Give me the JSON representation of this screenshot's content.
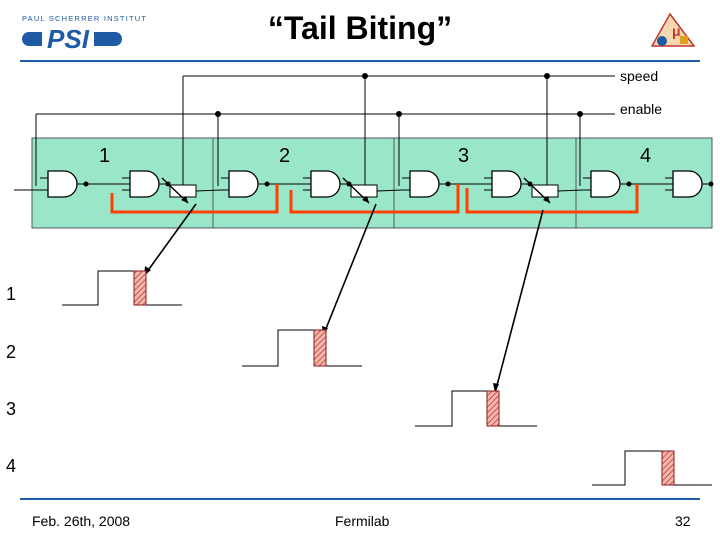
{
  "header": {
    "title": "“Tail Biting”",
    "logo_left": {
      "caption": "PAUL SCHERRER INSTITUT",
      "mark": "PSI",
      "color": "#1f5aa6"
    },
    "logo_right": {
      "icon": "lab-crest-icon"
    }
  },
  "diagram": {
    "signals": [
      {
        "label": "speed"
      },
      {
        "label": "enable"
      }
    ],
    "stages": [
      {
        "label": "1"
      },
      {
        "label": "2"
      },
      {
        "label": "3"
      },
      {
        "label": "4"
      }
    ],
    "waveform_rows": [
      {
        "label": "1"
      },
      {
        "label": "2"
      },
      {
        "label": "3"
      },
      {
        "label": "4"
      }
    ],
    "colors": {
      "board_fill": "#99e6c8",
      "loop_wire": "#ff4000",
      "pulse_hatch": "#c0392b",
      "rule": "#1f5aa6"
    }
  },
  "footer": {
    "date": "Feb. 26th, 2008",
    "venue": "Fermilab",
    "page_number": "32"
  }
}
